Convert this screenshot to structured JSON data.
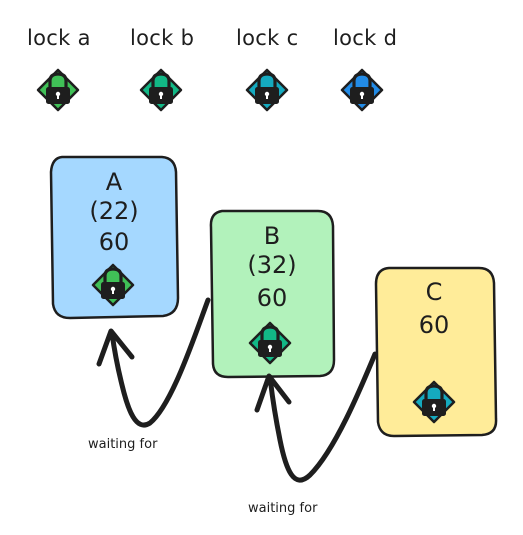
{
  "locks": [
    {
      "id": "a",
      "label": "lock a",
      "color": "#40c057"
    },
    {
      "id": "b",
      "label": "lock b",
      "color": "#12b886"
    },
    {
      "id": "c",
      "label": "lock c",
      "color": "#15aabf"
    },
    {
      "id": "d",
      "label": "lock d",
      "color": "#228be6"
    }
  ],
  "nodes": [
    {
      "id": "A",
      "name": "A",
      "priority": "(22)",
      "value": "60",
      "fill": "#a5d8ff",
      "holds_lock": "a",
      "lock_icon": "padlock-icon"
    },
    {
      "id": "B",
      "name": "B",
      "priority": "(32)",
      "value": "60",
      "fill": "#b2f2bb",
      "holds_lock": "b",
      "lock_icon": "padlock-icon"
    },
    {
      "id": "C",
      "name": "C",
      "value": "60",
      "fill": "#ffec99",
      "holds_lock": "c",
      "lock_icon": "padlock-icon"
    }
  ],
  "edges": [
    {
      "from": "B",
      "to": "A",
      "label": "waiting for"
    },
    {
      "from": "C",
      "to": "B",
      "label": "waiting for"
    }
  ],
  "colors": {
    "stroke": "#1e1e1e",
    "lock_body": "#1e1e1e"
  }
}
